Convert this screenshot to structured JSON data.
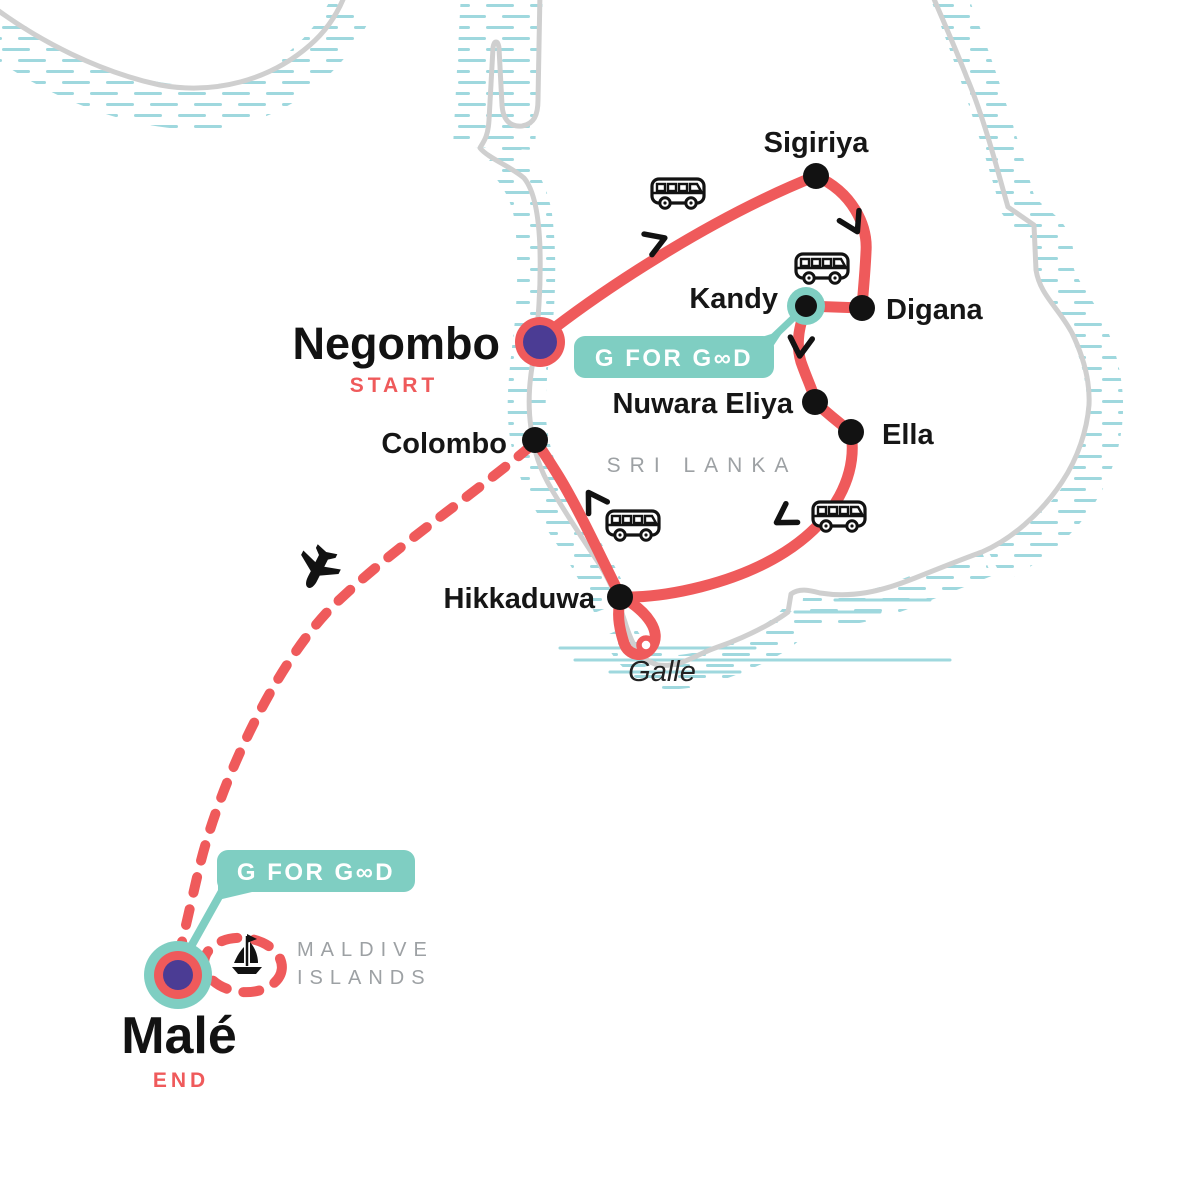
{
  "title": "Sri Lanka and Maldive Islands tour itinerary map",
  "colors": {
    "route_red": "#EF5A5B",
    "teal": "#7FCEC2",
    "purple": "#4B3C94",
    "stop_black": "#121212",
    "coast_gray": "#CFCFCF",
    "water_hatch": "#9FD8DE",
    "region_text_gray": "#9DA1A4"
  },
  "regions": {
    "sri_lanka": "SRI LANKA",
    "maldives_line1": "MALDIVE",
    "maldives_line2": "ISLANDS"
  },
  "route": {
    "start": {
      "name": "Negombo",
      "tag": "START"
    },
    "end": {
      "name": "Malé",
      "tag": "END"
    },
    "stops": [
      {
        "label": "Sigiriya"
      },
      {
        "label": "Digana"
      },
      {
        "label": "Kandy"
      },
      {
        "label": "Nuwara Eliya"
      },
      {
        "label": "Ella"
      },
      {
        "label": "Hikkaduwa"
      },
      {
        "label": "Colombo"
      }
    ],
    "visit": {
      "label": "Galle"
    },
    "badge_label": "G FOR G∞D",
    "icons": {
      "bus": "bus-icon",
      "plane": "plane-icon",
      "sailboat": "sailboat-icon"
    }
  }
}
